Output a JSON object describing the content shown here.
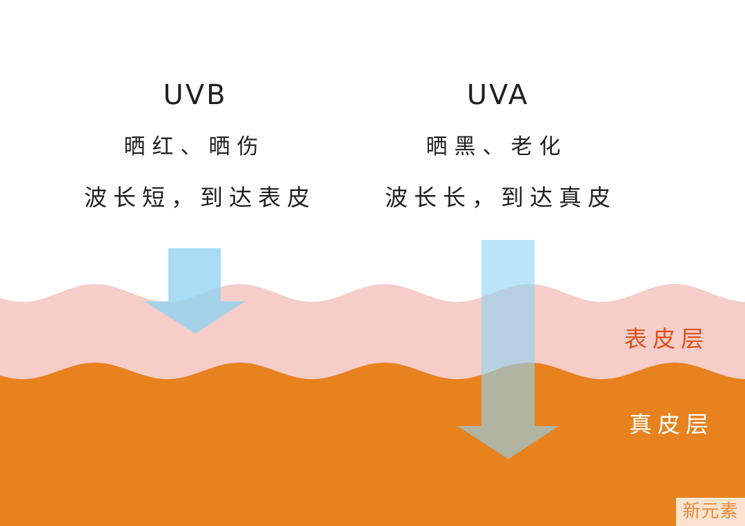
{
  "colors": {
    "background": "#ffffff",
    "epidermis": "#f6cdc8",
    "dermis": "#e8821e",
    "uv_arrow": "#8fd3f2",
    "uv_arrow_over_epidermis": "#b5c6d6",
    "uv_arrow_over_dermis": "#a89b77",
    "text": "#1f1f1f",
    "epidermis_label": "#d8531c",
    "dermis_label": "#ffffff",
    "watermark_bg": "#fbe4cf",
    "watermark_text": "#e8893a"
  },
  "uvb": {
    "title": "UVB",
    "effect": "晒红、晒伤",
    "description": "波长短，到达表皮"
  },
  "uva": {
    "title": "UVA",
    "effect": "晒黑、老化",
    "description": "波长长，到达真皮"
  },
  "layers": {
    "epidermis_label": "表皮层",
    "dermis_label": "真皮层"
  },
  "watermark": "新元素"
}
